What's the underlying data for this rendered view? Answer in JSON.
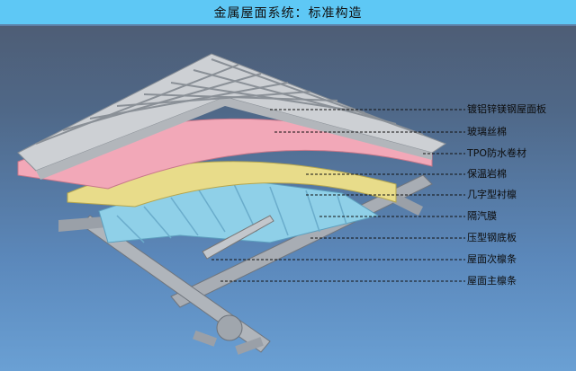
{
  "title": "金属屋面系统：标准构造",
  "labels": [
    "镀铝锌镁钢屋面板",
    "玻璃丝棉",
    "TPO防水卷材",
    "保温岩棉",
    "几字型衬檩",
    "隔汽膜",
    "压型钢底板",
    "屋面次檩条",
    "屋面主檩条"
  ],
  "colors": {
    "title_bar": "#5ec8f5",
    "roof_panel": "#c9ccd0",
    "glass_wool": "#f2a8b8",
    "rock_wool": "#e8dc8a",
    "deck": "#8fd0e8"
  }
}
